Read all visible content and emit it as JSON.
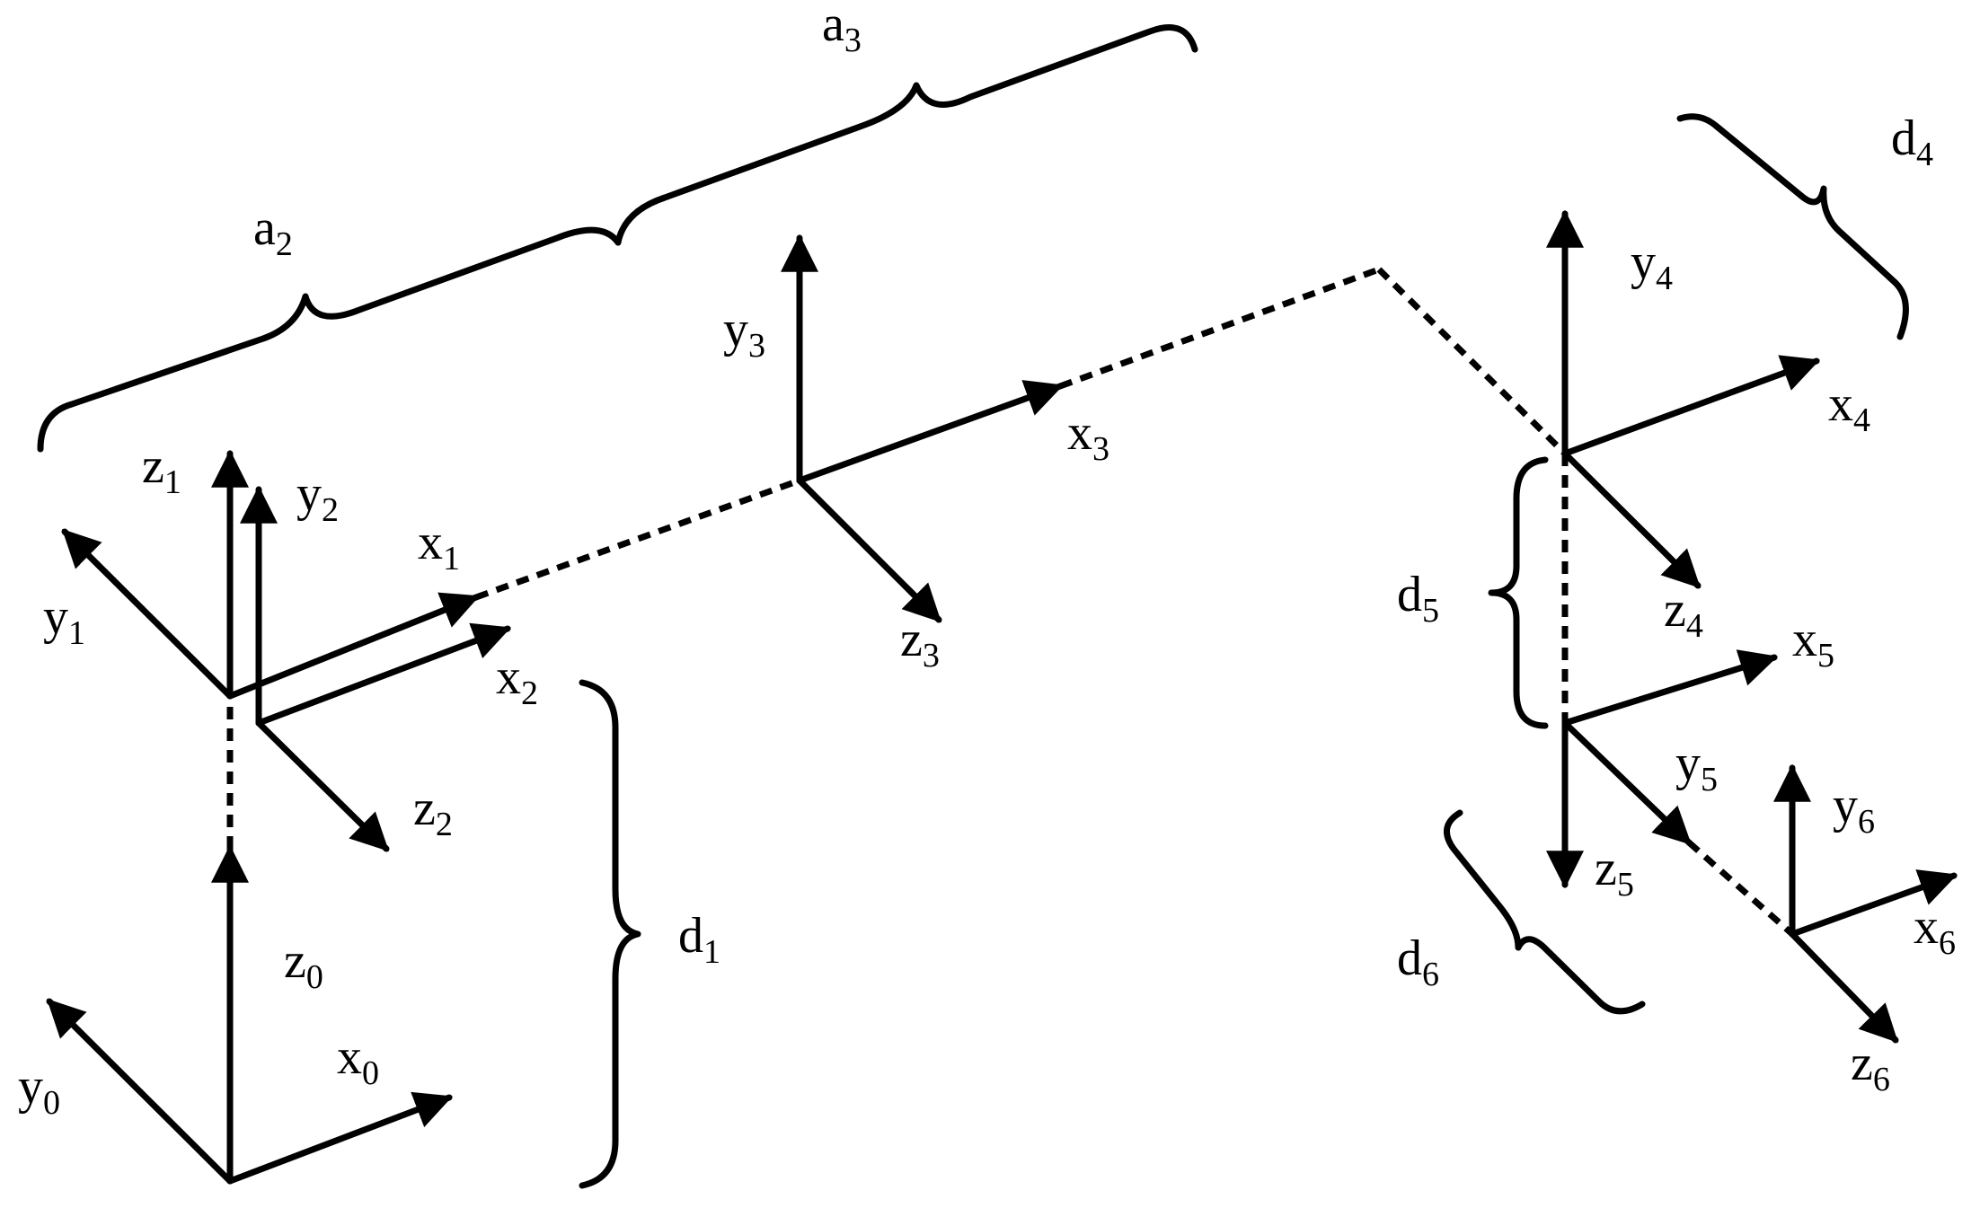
{
  "colors": {
    "ink": "#000000",
    "background": "#ffffff"
  },
  "frames": [
    {
      "id": "0",
      "axes": {
        "x": {
          "base": "x",
          "sub": "0"
        },
        "y": {
          "base": "y",
          "sub": "0"
        },
        "z": {
          "base": "z",
          "sub": "0"
        }
      }
    },
    {
      "id": "1",
      "axes": {
        "x": {
          "base": "x",
          "sub": "1"
        },
        "y": {
          "base": "y",
          "sub": "1"
        },
        "z": {
          "base": "z",
          "sub": "1"
        }
      }
    },
    {
      "id": "2",
      "axes": {
        "x": {
          "base": "x",
          "sub": "2"
        },
        "y": {
          "base": "y",
          "sub": "2"
        },
        "z": {
          "base": "z",
          "sub": "2"
        }
      }
    },
    {
      "id": "3",
      "axes": {
        "x": {
          "base": "x",
          "sub": "3"
        },
        "y": {
          "base": "y",
          "sub": "3"
        },
        "z": {
          "base": "z",
          "sub": "3"
        }
      }
    },
    {
      "id": "4",
      "axes": {
        "x": {
          "base": "x",
          "sub": "4"
        },
        "y": {
          "base": "y",
          "sub": "4"
        },
        "z": {
          "base": "z",
          "sub": "4"
        }
      }
    },
    {
      "id": "5",
      "axes": {
        "x": {
          "base": "x",
          "sub": "5"
        },
        "y": {
          "base": "y",
          "sub": "5"
        },
        "z": {
          "base": "z",
          "sub": "5"
        }
      }
    },
    {
      "id": "6",
      "axes": {
        "x": {
          "base": "x",
          "sub": "6"
        },
        "y": {
          "base": "y",
          "sub": "6"
        },
        "z": {
          "base": "z",
          "sub": "6"
        }
      }
    }
  ],
  "parameters": {
    "a2": {
      "base": "a",
      "sub": "2"
    },
    "a3": {
      "base": "a",
      "sub": "3"
    },
    "d1": {
      "base": "d",
      "sub": "1"
    },
    "d4": {
      "base": "d",
      "sub": "4"
    },
    "d5": {
      "base": "d",
      "sub": "5"
    },
    "d6": {
      "base": "d",
      "sub": "6"
    }
  }
}
